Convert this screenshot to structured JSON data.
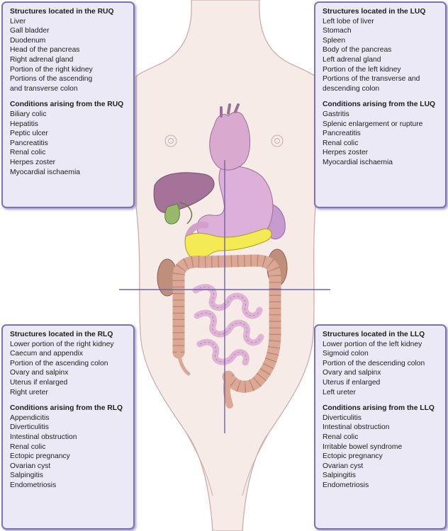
{
  "colors": {
    "skin": "#f7ebe8",
    "skin_outline": "#c9aeb0",
    "heart": "#d9a9d0",
    "liver": "#a5729a",
    "gallbladder": "#98b86a",
    "stomach": "#dcb0d8",
    "pancreas": "#f3ea54",
    "spleen": "#c79bd0",
    "colon": "#dba896",
    "small_intestine": "#e0b4d6",
    "kidney": "#bf8f7b",
    "quadrant_lines": "#6c63a8",
    "box_fill": "#ebe9f6",
    "box_border": "#7b72b8"
  },
  "ruq": {
    "structures_heading": "Structures located in the RUQ",
    "structures": [
      "Liver",
      "Gall bladder",
      "Duodenum",
      "Head of the pancreas",
      "Right adrenal gland",
      "Portion of the right kidney",
      "Portions of the ascending",
      "and transverse colon"
    ],
    "conditions_heading": "Conditions arising from the RUQ",
    "conditions": [
      "Biliary colic",
      "Hepatitis",
      "Peptic ulcer",
      "Pancreatitis",
      "Renal colic",
      "Herpes zoster",
      "Myocardial ischaemia"
    ]
  },
  "luq": {
    "structures_heading": "Structures located in the LUQ",
    "structures": [
      "Left lobe of liver",
      "Stomach",
      "Spleen",
      "Body of the pancreas",
      "Left adrenal gland",
      "Portion of the left kidney",
      "Portions of the transverse and",
      "descending colon"
    ],
    "conditions_heading": "Conditions arising from the LUQ",
    "conditions": [
      "Gastritis",
      "Splenic enlargement or rupture",
      "Pancreatitis",
      "Renal colic",
      "Herpes zoster",
      "Myocardial ischaemia"
    ]
  },
  "rlq": {
    "structures_heading": "Structures located in the RLQ",
    "structures": [
      "Lower portion of the right kidney",
      "Caecum and appendix",
      "Portion of the ascending colon",
      "Ovary and salpinx",
      "Uterus if enlarged",
      "Right ureter"
    ],
    "conditions_heading": "Conditions arising from the RLQ",
    "conditions": [
      "Appendicitis",
      "Diverticulitis",
      "Intestinal obstruction",
      "Renal colic",
      "Ectopic pregnancy",
      "Ovarian cyst",
      "Salpingitis",
      "Endometriosis"
    ]
  },
  "llq": {
    "structures_heading": "Structures located in the LLQ",
    "structures": [
      "Lower portion of the left kidney",
      "Sigmoid colon",
      "Portion of the descending colon",
      "Ovary and salpinx",
      "Uterus if enlarged",
      "Left ureter"
    ],
    "conditions_heading": "Conditions arising from the LLQ",
    "conditions": [
      "Diverticulitis",
      "Intestinal obstruction",
      "Renal colic",
      "Irritable bowel syndrome",
      "Ectopic pregnancy",
      "Ovarian cyst",
      "Salpingitis",
      "Endometriosis"
    ]
  }
}
